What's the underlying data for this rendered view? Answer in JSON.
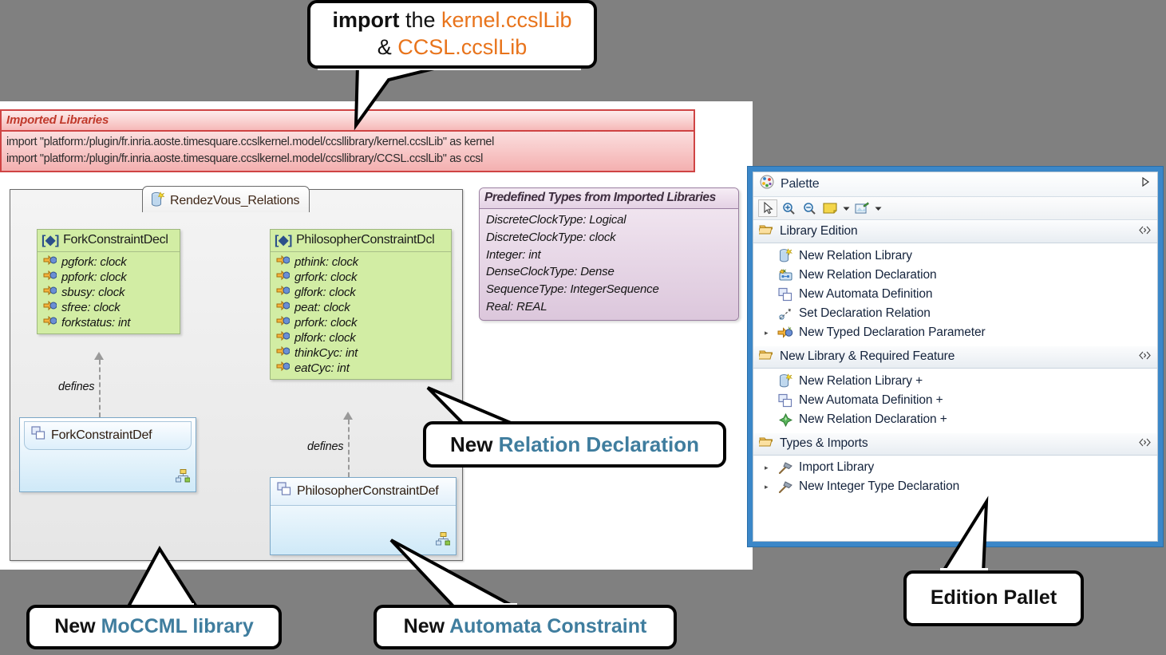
{
  "editor": {
    "imported_libraries": {
      "title": "Imported Libraries",
      "lines": [
        "import \"platform:/plugin/fr.inria.aoste.timesquare.ccslkernel.model/ccsllibrary/kernel.ccslLib\" as kernel",
        "import \"platform:/plugin/fr.inria.aoste.timesquare.ccslkernel.model/ccsllibrary/CCSL.ccslLib\" as ccsl"
      ]
    },
    "diagram_tab": {
      "label": "RendezVous_Relations",
      "icon": "relation-library-icon"
    },
    "classes": [
      {
        "kind": "declaration",
        "name": "ForkConstraintDecl",
        "marker": "[◆]",
        "attributes": [
          "pgfork: clock",
          "ppfork: clock",
          "sbusy: clock",
          "sfree: clock",
          "forkstatus: int"
        ]
      },
      {
        "kind": "declaration",
        "name": "PhilosopherConstraintDcl",
        "marker": "[◆]",
        "attributes": [
          "pthink: clock",
          "grfork: clock",
          "glfork: clock",
          "peat: clock",
          "prfork: clock",
          "plfork: clock",
          "thinkCyc: int",
          "eatCyc: int"
        ]
      },
      {
        "kind": "definition",
        "name": "ForkConstraintDef",
        "icon": "automata-definition-icon",
        "corner_icon": "state-machine-icon"
      },
      {
        "kind": "definition",
        "name": "PhilosopherConstraintDef",
        "icon": "automata-definition-icon",
        "corner_icon": "state-machine-icon"
      }
    ],
    "connectors": [
      {
        "label": "defines",
        "from": "ForkConstraintDef",
        "to": "ForkConstraintDecl"
      },
      {
        "label": "defines",
        "from": "PhilosopherConstraintDef",
        "to": "PhilosopherConstraintDcl"
      }
    ],
    "predefined_types": {
      "title": "Predefined Types from Imported Libraries",
      "lines": [
        "DiscreteClockType: Logical",
        "DiscreteClockType: clock",
        "Integer: int",
        "DenseClockType: Dense",
        "SequenceType: IntegerSequence",
        "Real: REAL"
      ]
    }
  },
  "palette": {
    "title": "Palette",
    "collapse_icon": "chevron-right-icon",
    "palette_icon": "palette-icon",
    "toolbar": [
      {
        "name": "select-tool",
        "icon": "arrow-cursor-icon",
        "selected": true,
        "caret": false
      },
      {
        "name": "zoom-in-tool",
        "icon": "zoom-in-icon",
        "selected": false,
        "caret": false
      },
      {
        "name": "zoom-out-tool",
        "icon": "zoom-out-icon",
        "selected": false,
        "caret": false
      },
      {
        "name": "note-tool",
        "icon": "note-icon",
        "selected": false,
        "caret": true
      },
      {
        "name": "attach-note-tool",
        "icon": "note-attachment-icon",
        "selected": false,
        "caret": true
      }
    ],
    "sections": [
      {
        "title": "Library Edition",
        "folder_icon": "open-folder-icon",
        "pin_icon": "pin-icon",
        "items": [
          {
            "label": "New Relation Library",
            "icon": "relation-library-icon",
            "expandable": false
          },
          {
            "label": "New Relation Declaration",
            "icon": "relation-declaration-icon",
            "expandable": false
          },
          {
            "label": "New Automata Definition",
            "icon": "automata-definition-icon",
            "expandable": false
          },
          {
            "label": "Set Declaration Relation",
            "icon": "set-declaration-relation-icon",
            "expandable": false
          },
          {
            "label": "New Typed Declaration Parameter",
            "icon": "typed-declaration-parameter-icon",
            "expandable": true
          }
        ]
      },
      {
        "title": "New Library & Required Feature",
        "folder_icon": "open-folder-icon",
        "pin_icon": "pin-icon",
        "items": [
          {
            "label": "New Relation Library +",
            "icon": "relation-library-icon",
            "expandable": false
          },
          {
            "label": "New Automata Definition +",
            "icon": "automata-definition-icon",
            "expandable": false
          },
          {
            "label": "New Relation Declaration +",
            "icon": "green-diamond-icon",
            "expandable": false
          }
        ]
      },
      {
        "title": "Types & Imports",
        "folder_icon": "open-folder-icon",
        "pin_icon": "pin-icon",
        "items": [
          {
            "label": "Import Library",
            "icon": "hammer-icon",
            "expandable": true
          },
          {
            "label": "New Integer Type Declaration",
            "icon": "hammer-icon",
            "expandable": true
          }
        ]
      }
    ]
  },
  "callouts": {
    "import": {
      "line1_a": "import",
      "line1_b": " the ",
      "line1_c": "kernel.ccslLib",
      "line2_a": "& ",
      "line2_b": "CCSL.ccslLib"
    },
    "relation_declaration": {
      "prefix": "New ",
      "highlight": "Relation Declaration"
    },
    "moccml_library": {
      "prefix": "New ",
      "highlight": "MoCCML library"
    },
    "automata_constraint": {
      "prefix": "New ",
      "highlight": "Automata Constraint"
    },
    "edition_pallet": {
      "label": "Edition Pallet"
    }
  },
  "colors": {
    "background": "#808080",
    "accent_orange": "#e8741c",
    "accent_blue": "#3f7d9e",
    "note_red": "#cf4444",
    "declaration_green": "#d2eda4",
    "definition_blue": "#cfe9f8",
    "palette_frame": "#3b87c8"
  }
}
